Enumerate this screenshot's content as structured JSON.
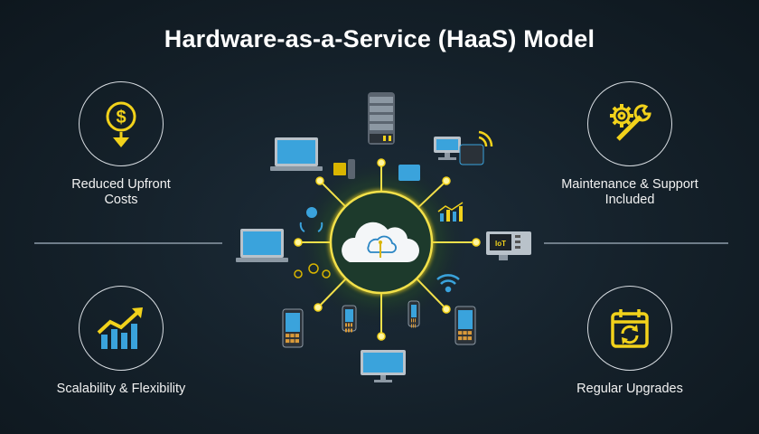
{
  "title": "Hardware-as-a-Service (HaaS) Model",
  "benefits": {
    "reduced_costs": {
      "line1": "Reduced Upfront",
      "line2": "Costs",
      "icon": "dollar-down-icon"
    },
    "maintenance": {
      "line1": "Maintenance & Support",
      "line2": "Included",
      "icon": "gear-wrench-icon"
    },
    "scalability": {
      "line1": "Scalability & Flexibility",
      "icon": "growth-chart-icon"
    },
    "upgrades": {
      "line1": "Regular Upgrades",
      "icon": "calendar-refresh-icon"
    }
  },
  "hub": {
    "iot_label": "IoT"
  },
  "colors": {
    "accent": "#f2d21b",
    "device_screen": "#3aa3dc",
    "background": "#152029"
  }
}
